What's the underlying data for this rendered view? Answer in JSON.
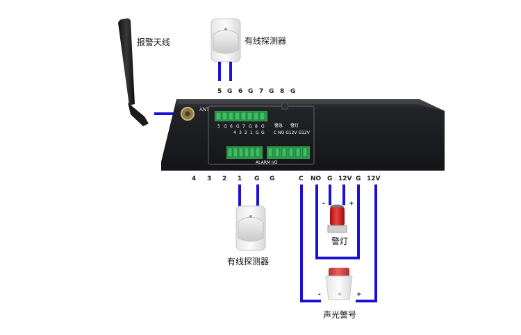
{
  "labels": {
    "antenna": "报警天线",
    "detector_top": "有线探测器",
    "detector_bottom": "有线探测器",
    "warning_light": "警灯",
    "siren": "声光警号",
    "ant_port": "ANT",
    "alarm_io": "ALARM I/O",
    "relay_caption_1": "警急",
    "relay_caption_2": "警灯",
    "relay_pins": "C NO G12V G12V"
  },
  "top_pins": [
    "5",
    "G",
    "6",
    "G",
    "7",
    "G",
    "8",
    "G"
  ],
  "bottom_left_pins": [
    "4",
    "3",
    "2",
    "1",
    "G",
    "G"
  ],
  "bottom_right_pins": [
    "C",
    "NO",
    "G",
    "12V",
    "G",
    "12V"
  ],
  "upper_block_pins": [
    "5",
    "G",
    "6",
    "G",
    "7",
    "G",
    "8",
    "G"
  ],
  "lower_block_pins": [
    "4",
    "3",
    "2",
    "1",
    "G",
    "G"
  ],
  "polarity": {
    "light_minus": "-",
    "light_plus": "+",
    "siren_minus": "-",
    "siren_plus": "+"
  },
  "colors": {
    "wire": "#1a10d8",
    "terminal_green": "#2f9d4e",
    "device_body": "#1c1d21"
  }
}
